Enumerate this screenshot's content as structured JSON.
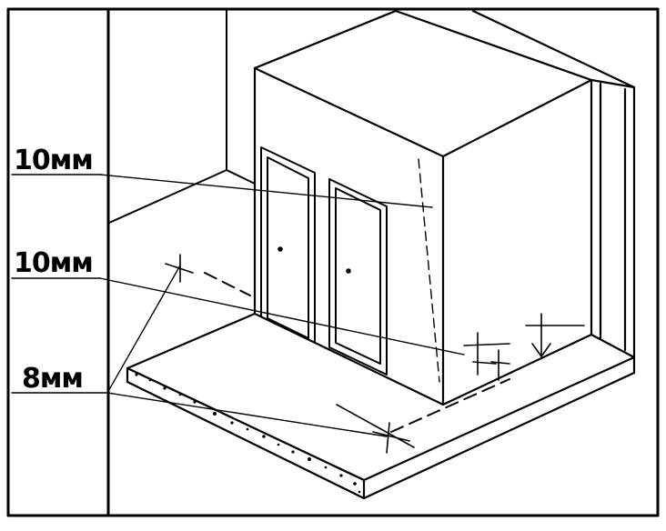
{
  "labels": {
    "top": "10мм",
    "middle": "10мм",
    "bottom": "8мм"
  },
  "colors": {
    "line": "#000000",
    "background": "#ffffff"
  }
}
